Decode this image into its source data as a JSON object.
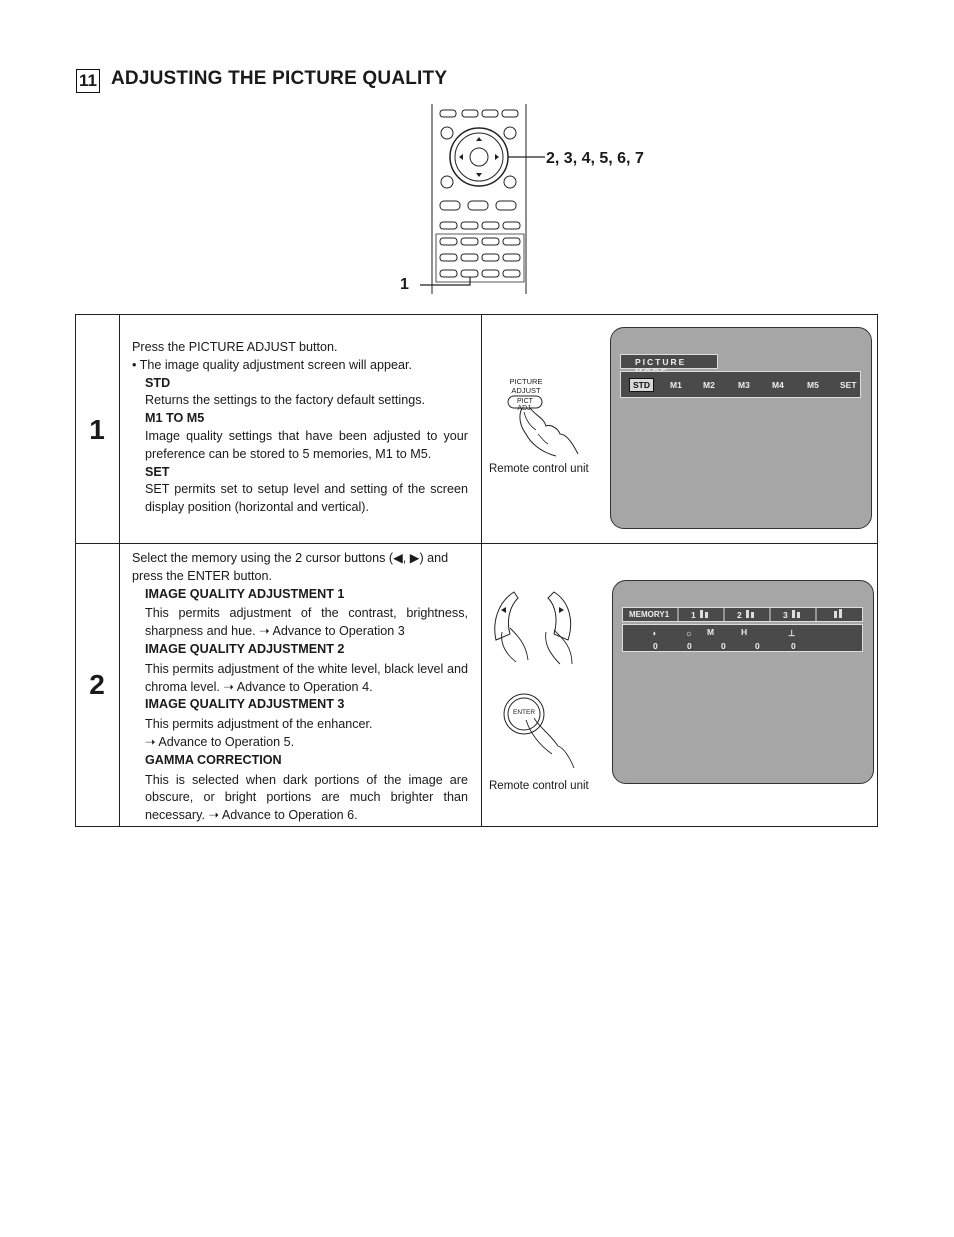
{
  "heading": {
    "number": "11",
    "title": "ADJUSTING THE PICTURE QUALITY"
  },
  "remote_figure": {
    "callout_steps": "2, 3, 4, 5, 6, 7",
    "callout_one": "1"
  },
  "steps": [
    {
      "number": "1",
      "text": {
        "intro": "Press the PICTURE ADJUST button.",
        "bullet": "• The image quality adjustment screen will appear.",
        "items": [
          {
            "title": "STD",
            "body": "Returns the settings to the factory default settings."
          },
          {
            "title": "M1 TO M5",
            "body": "Image quality settings that have been adjusted to your preference can be stored to 5 memories, M1 to M5."
          },
          {
            "title": "SET",
            "body": "SET permits set to setup level and setting of the screen display position (horizontal and vertical)."
          }
        ]
      },
      "illustration": {
        "button_caption": "PICTURE\nADJUST",
        "button_label": "PICT ADJ.",
        "caption": "Remote control unit"
      },
      "screen": {
        "title": "PICTURE MODE",
        "modes": [
          "STD",
          "M1",
          "M2",
          "M3",
          "M4",
          "M5",
          "SET"
        ]
      }
    },
    {
      "number": "2",
      "text": {
        "intro": "Select the memory using the 2 cursor buttons (◀, ▶) and press the ENTER button.",
        "items": [
          {
            "title": "IMAGE QUALITY ADJUSTMENT 1",
            "body": "This permits adjustment of the contrast, brightness, sharpness and hue. ➝ Advance to Operation 3"
          },
          {
            "title": "IMAGE QUALITY ADJUSTMENT 2",
            "body": "This permits adjustment of the white level, black level and chroma level. ➝ Advance to Operation 4."
          },
          {
            "title": "IMAGE QUALITY ADJUSTMENT 3",
            "body": "This permits adjustment of the enhancer.\n➝ Advance to Operation 5."
          },
          {
            "title": "GAMMA CORRECTION",
            "body": "This is selected when dark portions of the image are obscure, or bright portions are much brighter than necessary. ➝ Advance to Operation 6."
          }
        ]
      },
      "illustration": {
        "enter_label": "ENTER",
        "caption": "Remote control unit"
      },
      "screen": {
        "memory_label": "MEMORY1",
        "tabs": [
          "1",
          "2",
          "3"
        ],
        "values": [
          "0",
          "0",
          "0",
          "0",
          "0"
        ],
        "labels": [
          "M",
          "H"
        ]
      }
    }
  ]
}
